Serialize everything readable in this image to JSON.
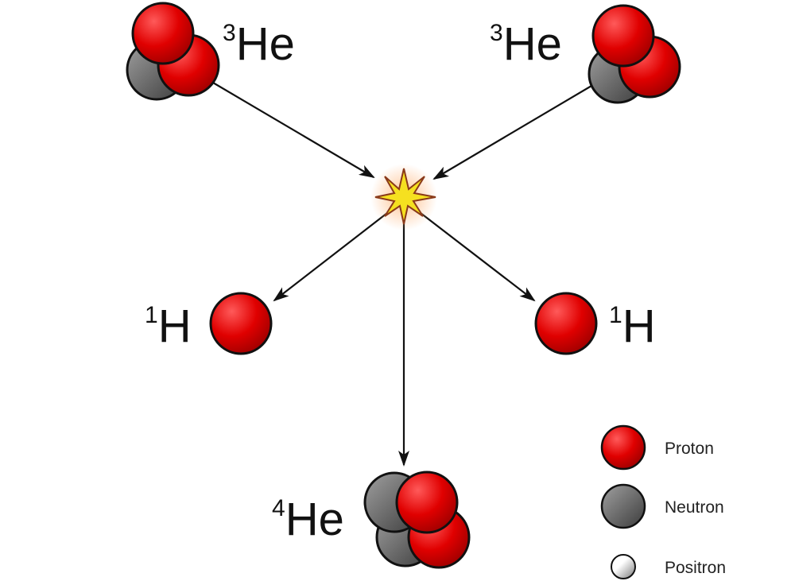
{
  "reaction": {
    "reactant_left": {
      "mass": "3",
      "symbol": "He"
    },
    "reactant_right": {
      "mass": "3",
      "symbol": "He"
    },
    "product_h_left": {
      "mass": "1",
      "symbol": "H"
    },
    "product_h_right": {
      "mass": "1",
      "symbol": "H"
    },
    "product_he": {
      "mass": "4",
      "symbol": "He"
    }
  },
  "legend": [
    {
      "label": "Proton",
      "color": "#e00000"
    },
    {
      "label": "Neutron",
      "color": "#6e6e6e"
    },
    {
      "label": "Positron",
      "color": "#ffffff"
    }
  ]
}
